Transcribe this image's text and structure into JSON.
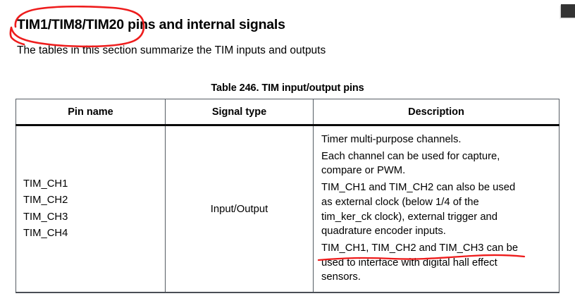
{
  "document": {
    "heading_highlighted": "TIM1/TIM8/TIM20",
    "heading_rest": " pins and internal signals",
    "subtitle": "The tables in this section summarize the TIM inputs and outputs"
  },
  "annotations": {
    "circle_color": "#ee1c1c",
    "underline_color": "#ee1c1c",
    "circle_target": "TIM1/TIM8/TIM20",
    "underline_target": "TIM_CH1, TIM_CH2 and TIM_CH3 can be"
  },
  "corner_chip": {
    "color": "#333333"
  },
  "table": {
    "caption": "Table 246. TIM input/output pins",
    "columns": [
      "Pin name",
      "Signal type",
      "Description"
    ],
    "rows": [
      {
        "pin_names": [
          "TIM_CH1",
          "TIM_CH2",
          "TIM_CH3",
          "TIM_CH4"
        ],
        "signal_type": "Input/Output",
        "description_paragraphs": [
          [
            "Timer multi-purpose channels."
          ],
          [
            "Each channel can be used for capture,",
            "compare or PWM."
          ],
          [
            "TIM_CH1 and TIM_CH2 can also be used",
            "as external clock (below 1/4 of the",
            "tim_ker_ck clock), external trigger and",
            "quadrature encoder inputs."
          ],
          [
            "TIM_CH1, TIM_CH2 and TIM_CH3 can be",
            "used to interface with digital hall effect",
            "sensors."
          ]
        ]
      }
    ]
  }
}
